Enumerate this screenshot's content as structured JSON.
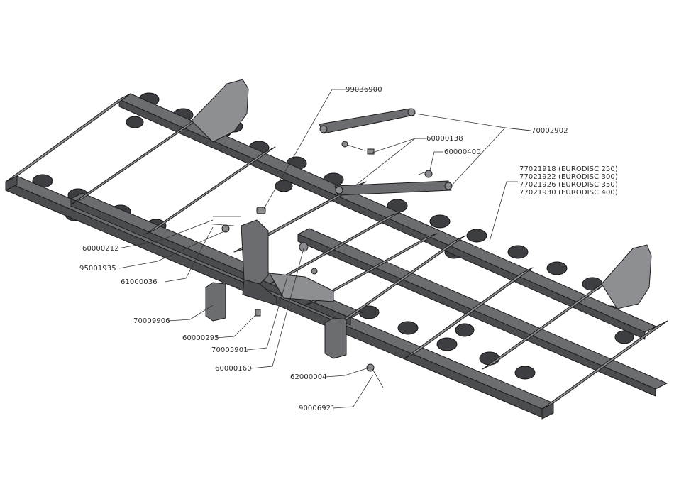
{
  "labels": {
    "p99036900": "99036900",
    "p70002902": "70002902",
    "p60000138": "60000138",
    "p60000400": "60000400",
    "p77021918": "77021918 (EURODISC 250)",
    "p77021922": "77021922 (EURODISC 300)",
    "p77021926": "77021926 (EURODISC 350)",
    "p77021930": "77021930 (EURODISC 400)",
    "p60000212": "60000212",
    "p95001935": "95001935",
    "p61000036": "61000036",
    "p70009906": "70009906",
    "p60000295": "60000295",
    "p70005901": "70005901",
    "p60000160": "60000160",
    "p62000004": "62000004",
    "p90006921": "90006921"
  },
  "colors": {
    "frame": "#6b6d70",
    "frame_dark": "#4a4c4f",
    "outline": "#1d1d1f",
    "background": "#ffffff"
  }
}
